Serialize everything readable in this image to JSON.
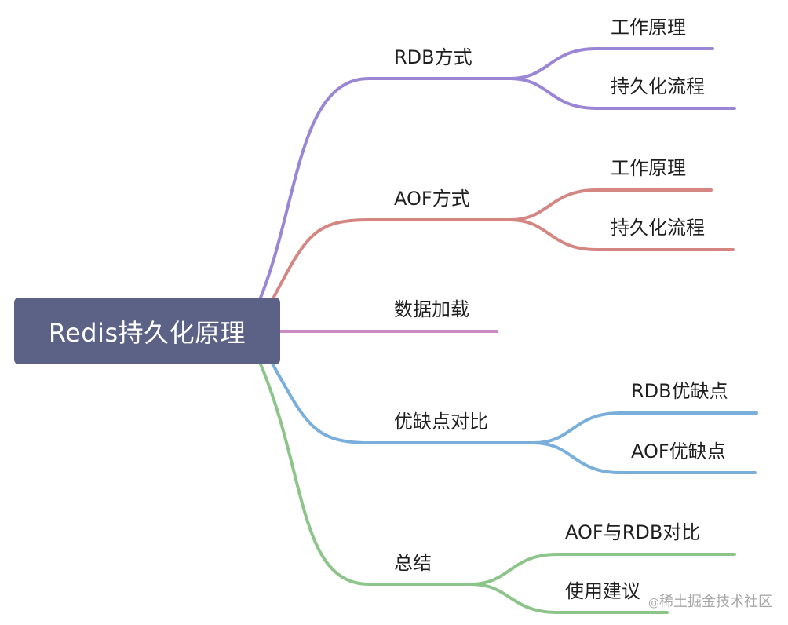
{
  "root": {
    "label": "Redis持久化原理"
  },
  "branches": [
    {
      "label": "RDB方式",
      "color": "#9b86d6",
      "children": [
        {
          "label": "工作原理"
        },
        {
          "label": "持久化流程"
        }
      ]
    },
    {
      "label": "AOF方式",
      "color": "#d48682",
      "children": [
        {
          "label": "工作原理"
        },
        {
          "label": "持久化流程"
        }
      ]
    },
    {
      "label": "数据加载",
      "color": "#cc8ac3",
      "children": []
    },
    {
      "label": "优缺点对比",
      "color": "#7aaedb",
      "children": [
        {
          "label": "RDB优缺点"
        },
        {
          "label": "AOF优缺点"
        }
      ]
    },
    {
      "label": "总结",
      "color": "#8dc48a",
      "children": [
        {
          "label": "AOF与RDB对比"
        },
        {
          "label": "使用建议"
        }
      ]
    }
  ],
  "watermark": {
    "icon": "at-icon",
    "text": "稀土掘金技术社区"
  }
}
